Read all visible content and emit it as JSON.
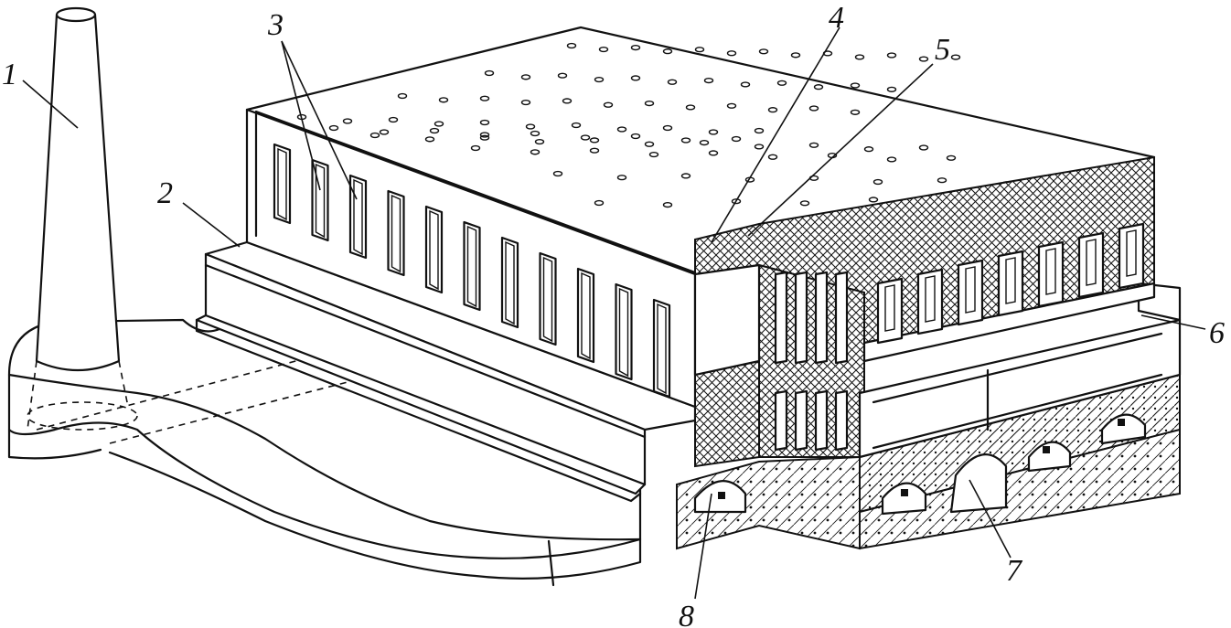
{
  "callouts": [
    {
      "id": "1",
      "text": "1"
    },
    {
      "id": "2",
      "text": "2"
    },
    {
      "id": "3",
      "text": "3"
    },
    {
      "id": "4",
      "text": "4"
    },
    {
      "id": "5",
      "text": "5"
    },
    {
      "id": "6",
      "text": "6"
    },
    {
      "id": "7",
      "text": "7"
    },
    {
      "id": "8",
      "text": "8"
    }
  ],
  "colors": {
    "line": "#111111",
    "background": "#ffffff"
  }
}
